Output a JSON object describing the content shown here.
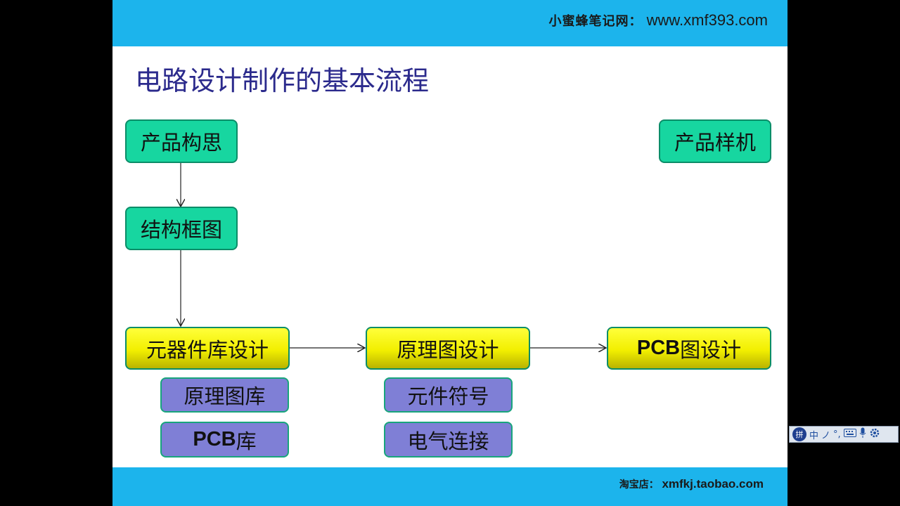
{
  "header": {
    "site_label": "小蜜蜂笔记网：",
    "site_url": "www.xmf393.com"
  },
  "footer": {
    "shop_label": "淘宝店：",
    "shop_url": "xmfkj.taobao.com"
  },
  "slide": {
    "title": "电路设计制作的基本流程"
  },
  "flow": {
    "concept": "产品构思",
    "block_diagram": "结构框图",
    "prototype": "产品样机",
    "component_library_prefix": "元器件库设计",
    "schematic_design": "原理图设计",
    "pcb_design_latin": "PCB",
    "pcb_design_cjk": "图设计",
    "schematic_library": "原理图库",
    "pcb_library_latin": "PCB",
    "pcb_library_cjk": "库",
    "component_symbol": "元件符号",
    "electrical_connection": "电气连接"
  },
  "ime_toolbar": {
    "logo": "拼",
    "mode": "中",
    "punct": "ノ",
    "width": "°,",
    "keyboard_icon": "keyboard-icon",
    "mic_icon": "microphone-icon",
    "settings_icon": "gear-icon"
  },
  "colors": {
    "band": "#1cb4ec",
    "title": "#2b2a8c",
    "green": "#17d6a0",
    "yellow": "#f2ef00",
    "purple": "#7f7fd6"
  }
}
